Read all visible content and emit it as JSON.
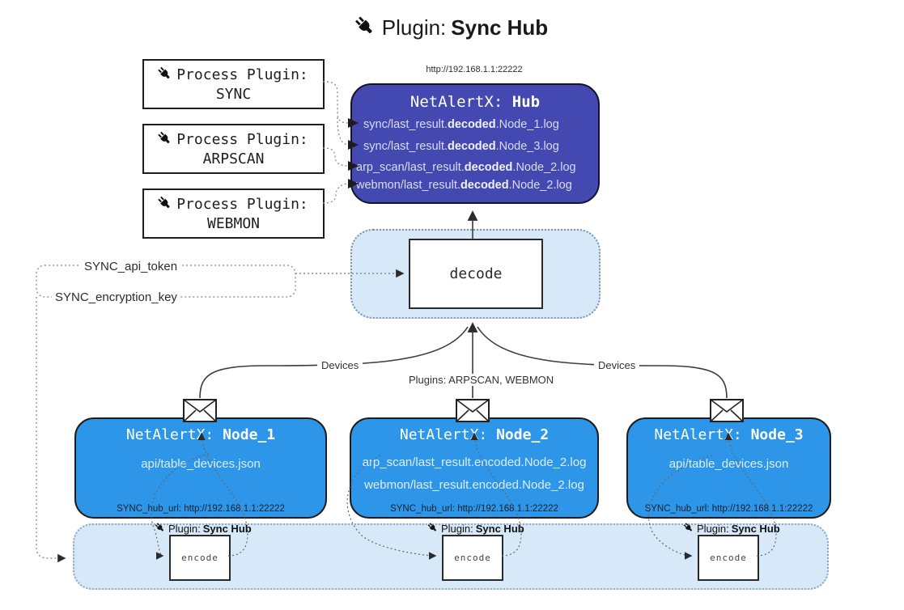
{
  "title": {
    "prefix": "Plugin: ",
    "bold": "Sync Hub"
  },
  "hub": {
    "url": "http://192.168.1.1:22222",
    "name_prefix": "NetAlertX: ",
    "name_bold": "Hub",
    "lines": [
      {
        "pre": "sync/last_result.",
        "bold": "decoded",
        "post": ".Node_1.log"
      },
      {
        "pre": "sync/last_result.",
        "bold": "decoded",
        "post": ".Node_3.log"
      },
      {
        "pre": "arp_scan/last_result.",
        "bold": "decoded",
        "post": ".Node_2.log"
      },
      {
        "pre": "webmon/last_result.",
        "bold": "decoded",
        "post": ".Node_2.log"
      }
    ]
  },
  "process_plugins": [
    {
      "label": "Process Plugin:",
      "name": "SYNC"
    },
    {
      "label": "Process Plugin:",
      "name": "ARPSCAN"
    },
    {
      "label": "Process Plugin:",
      "name": "WEBMON"
    }
  ],
  "decode_label": "decode",
  "config": {
    "api_token": "SYNC_api_token",
    "encryption_key": "SYNC_encryption_key"
  },
  "edge_labels": {
    "devices_left": "Devices",
    "devices_right": "Devices",
    "plugins": "Plugins: ARPSCAN, WEBMON"
  },
  "nodes": [
    {
      "name_prefix": "NetAlertX: ",
      "name_bold": "Node_1",
      "lines": [
        "api/table_devices.json"
      ],
      "hub_url": "SYNC_hub_url: http://192.168.1.1:22222"
    },
    {
      "name_prefix": "NetAlertX: ",
      "name_bold": "Node_2",
      "lines": [
        "arp_scan/last_result.encoded.Node_2.log",
        "webmon/last_result.encoded.Node_2.log"
      ],
      "hub_url": "SYNC_hub_url: http://192.168.1.1:22222"
    },
    {
      "name_prefix": "NetAlertX: ",
      "name_bold": "Node_3",
      "lines": [
        "api/table_devices.json"
      ],
      "hub_url": "SYNC_hub_url: http://192.168.1.1:22222"
    }
  ],
  "encoders": [
    {
      "label_prefix": "Plugin: ",
      "label_bold": "Sync Hub",
      "box_label": "encode"
    },
    {
      "label_prefix": "Plugin: ",
      "label_bold": "Sync Hub",
      "box_label": "encode"
    },
    {
      "label_prefix": "Plugin: ",
      "label_bold": "Sync Hub",
      "box_label": "encode"
    }
  ],
  "colors": {
    "hub_fill": "#4349b1",
    "node_fill": "#2e96e8",
    "container_fill": "#d7e8f9",
    "line_dark": "#3c3c3c",
    "line_dotted": "#8a8a8a"
  }
}
